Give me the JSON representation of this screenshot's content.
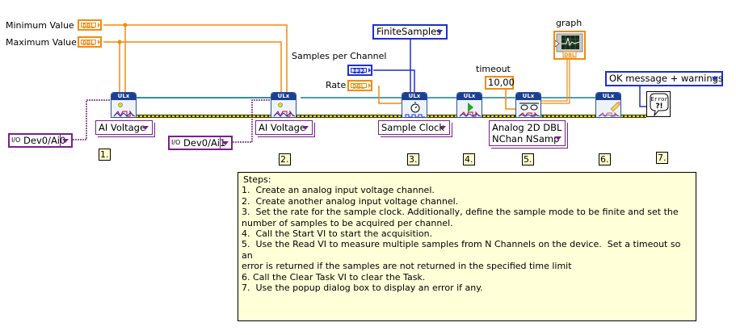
{
  "inputs": {
    "minimum_value": {
      "label": "Minimum Value",
      "type": "DBL"
    },
    "maximum_value": {
      "label": "Maximum Value",
      "type": "DBL"
    },
    "samples_per_channel": {
      "label": "Samples per Channel",
      "type": "I32"
    },
    "rate": {
      "label": "Rate",
      "type": "DBL"
    },
    "timeout": {
      "label": "timeout",
      "value": "10,00"
    },
    "sample_mode": {
      "value": "FiniteSamples"
    },
    "dialog_type": {
      "value": "OK message + warnings"
    }
  },
  "outputs": {
    "graph": {
      "label": "graph",
      "type": "DBL"
    }
  },
  "channels": [
    {
      "io_prefix": "I/O",
      "value": "Dev0/Ai0"
    },
    {
      "io_prefix": "I/O",
      "value": "Dev0/Ai1"
    }
  ],
  "nodes": [
    {
      "header": "ULx",
      "icon": "create-channel-icon",
      "selector": "AI Voltage",
      "step": "1."
    },
    {
      "header": "ULx",
      "icon": "create-channel-icon",
      "selector": "AI Voltage",
      "step": "2."
    },
    {
      "header": "ULx",
      "icon": "timing-clock-icon",
      "selector": "Sample Clock",
      "step": "3."
    },
    {
      "header": "ULx",
      "icon": "start-play-icon",
      "selector": "",
      "step": "4."
    },
    {
      "header": "ULx",
      "icon": "read-glasses-icon",
      "selector_line1": "Analog 2D DBL",
      "selector_line2": "NChan NSamp",
      "step": "5."
    },
    {
      "header": "ULx",
      "icon": "clear-eraser-icon",
      "selector": "",
      "step": "6."
    },
    {
      "header": "Error ?!",
      "icon": "error-dialog-icon",
      "selector": "",
      "step": "7."
    }
  ],
  "comment": {
    "lines": [
      "Steps:",
      "1.  Create an analog input voltage channel.",
      "2.  Create another analog input voltage channel.",
      "3.  Set the rate for the sample clock. Additionally, define the sample mode to be finite and set the",
      "number of samples to be acquired per channel.",
      "4.  Call the Start VI to start the acquisition.",
      "5.  Use the Read VI to measure multiple samples from N Channels on the device.  Set a timeout so an",
      "error is returned if the samples are not returned in the specified time limit",
      "6. Call the Clear Task VI to clear the Task.",
      "7.  Use the popup dialog box to display an error if any."
    ]
  },
  "colors": {
    "dbl_wire": "#f28a0f",
    "enum_wire": "#1f2fcf",
    "task_wire": "#1c7f8a",
    "error_wire": "#d4c400",
    "channel_wire": "#7a1f8a",
    "node_header": "#1a3f93",
    "comment_bg": "#ffffd8"
  }
}
